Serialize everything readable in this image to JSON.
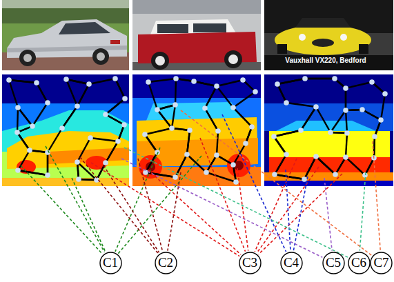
{
  "diagram": {
    "nodes": [
      {
        "text": [
          "C1"
        ]
      },
      {
        "text": [
          "C2"
        ]
      },
      {
        "text": [
          "C3"
        ]
      },
      {
        "text": [
          "C4"
        ]
      },
      {
        "text": [
          "C5"
        ]
      },
      {
        "text": [
          "C6"
        ]
      },
      {
        "text": [
          "C7"
        ]
      }
    ],
    "labels": [
      "Vauxhall VX220, Bedford"
    ]
  }
}
